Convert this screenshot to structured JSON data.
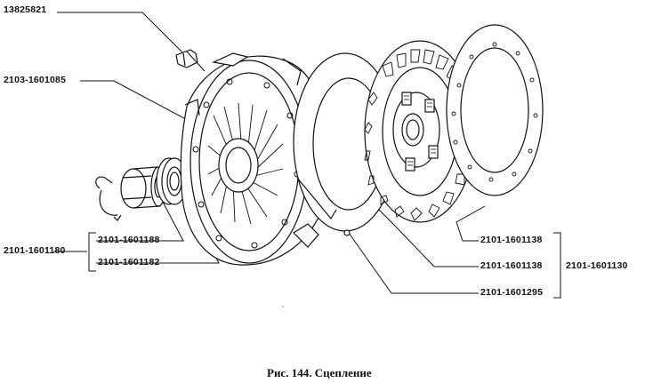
{
  "labels": {
    "bolt": "13825821",
    "cover": "2103-1601085",
    "bearing_assy": "2101-1601180",
    "bearing": "2101-1601188",
    "sleeve": "2101-1601182",
    "friction_ring": "2101-1601138",
    "friction_ring_b": "2101-1601138",
    "rivet": "2101-1601295",
    "disc_assy": "2101-1601130"
  },
  "caption": "Рис. 144. Сцепление"
}
